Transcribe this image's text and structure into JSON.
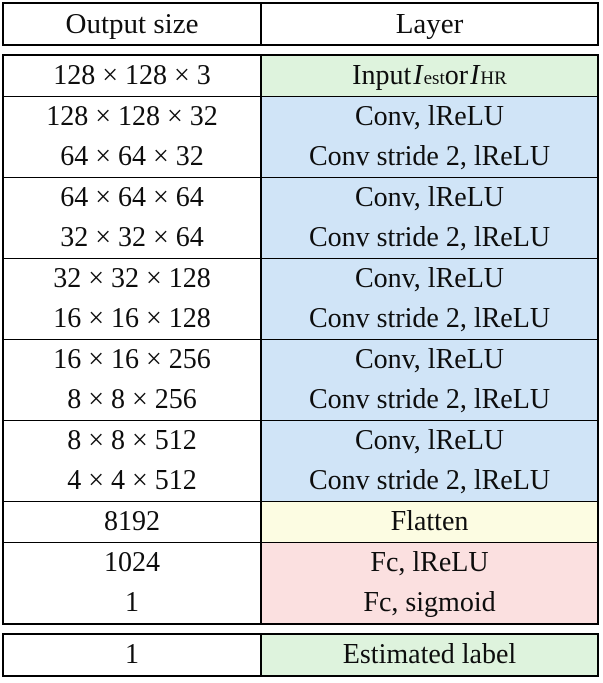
{
  "table_title": "Discriminator network architecture table",
  "header": {
    "col_output_size": "Output size",
    "col_layer": "Layer"
  },
  "colors": {
    "green": "#def3dd",
    "blue": "#d0e4f7",
    "yellow": "#fcfce2",
    "pink": "#fbe0e0",
    "border": "#000000",
    "background": "#ffffff",
    "text": "#0d0d0d"
  },
  "body_blocks": [
    {
      "color": "green",
      "rows": [
        {
          "out": "128 × 128 × 3",
          "layer": [
            {
              "k": "n",
              "t": "Input "
            },
            {
              "k": "i",
              "t": "I"
            },
            {
              "k": "s",
              "t": "est"
            },
            {
              "k": "n",
              "t": " or "
            },
            {
              "k": "i",
              "t": "I"
            },
            {
              "k": "s",
              "t": "HR"
            }
          ]
        }
      ]
    },
    {
      "color": "blue",
      "rows": [
        {
          "out": "128 × 128 × 32",
          "layer": "Conv, lReLU"
        },
        {
          "out": "64 × 64 × 32",
          "layer": "Conv stride 2, lReLU"
        }
      ]
    },
    {
      "color": "blue",
      "rows": [
        {
          "out": "64 × 64 × 64",
          "layer": "Conv, lReLU"
        },
        {
          "out": "32 × 32 × 64",
          "layer": "Conv stride 2, lReLU"
        }
      ]
    },
    {
      "color": "blue",
      "rows": [
        {
          "out": "32 × 32 × 128",
          "layer": "Conv, lReLU"
        },
        {
          "out": "16 × 16 × 128",
          "layer": "Conv stride 2, lReLU"
        }
      ]
    },
    {
      "color": "blue",
      "rows": [
        {
          "out": "16 × 16 × 256",
          "layer": "Conv, lReLU"
        },
        {
          "out": "8 × 8 × 256",
          "layer": "Conv stride 2, lReLU"
        }
      ]
    },
    {
      "color": "blue",
      "rows": [
        {
          "out": "8 × 8 × 512",
          "layer": "Conv, lReLU"
        },
        {
          "out": "4 × 4 × 512",
          "layer": "Conv stride 2, lReLU"
        }
      ]
    },
    {
      "color": "yellow",
      "rows": [
        {
          "out": "8192",
          "layer": "Flatten"
        }
      ]
    },
    {
      "color": "pink",
      "rows": [
        {
          "out": "1024",
          "layer": "Fc, lReLU"
        },
        {
          "out": "1",
          "layer": "Fc, sigmoid"
        }
      ]
    }
  ],
  "footer_blocks": [
    {
      "color": "green",
      "rows": [
        {
          "out": "1",
          "layer": "Estimated label"
        }
      ]
    }
  ]
}
